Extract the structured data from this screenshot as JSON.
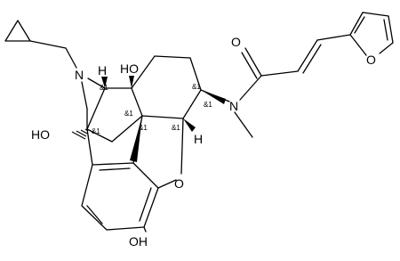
{
  "molecule": {
    "atom_labels": {
      "amine_n": "N",
      "amide_n": "N",
      "carbonyl_o": "O",
      "furan_o": "O",
      "ether_o": "O",
      "oh_c14": "HO",
      "oh_c10": "HO",
      "oh_phenol": "OH",
      "h_c9": "H",
      "h_c5": "H"
    },
    "stereo_labels": [
      "&1",
      "&1",
      "&1",
      "&1",
      "&1",
      "&1",
      "&1"
    ]
  }
}
